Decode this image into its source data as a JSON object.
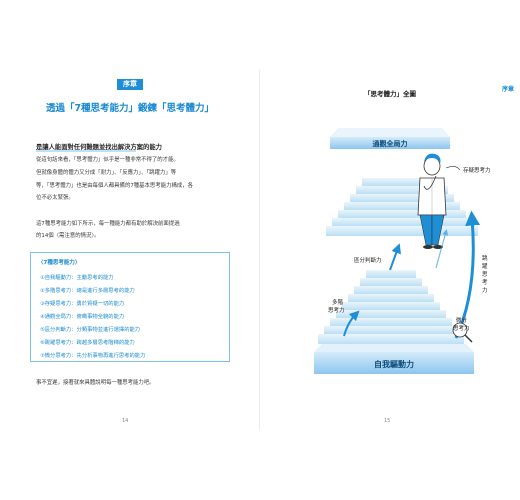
{
  "left_page": {
    "section_badge": "序章",
    "title": "透過「7種思考能力」鍛鍊「思考體力」",
    "lead": "是讓人能面對任何難題並找出解決方案的能力",
    "p1": "從這句話來看，「思考體力」似乎是一種非常不得了的才能。",
    "p2_line1": "但就像身體的體力又分成「耐力」、「反應力」、「跳躍力」等",
    "p2_line2": "等，「思考體力」也是由每個人都具備的7種基本思考能力構成，各",
    "p2_line3": "位不必太緊張。",
    "p4_line1": "這7種思考能力如下所示，每一種能力都有助於解決前面提過",
    "p4_line2": "的14個〈需注意的情況〉。",
    "box_title": "〈7種思考能力〉",
    "abilities": [
      "①自我驅動力：主動思考的能力",
      "②多階思考力：總是進行多層思考的能力",
      "③存疑思考力：勇於質疑一切的能力",
      "④通觀全局力：俯瞰事物全貌的能力",
      "⑤區分判斷力：分類事物並進行選擇的能力",
      "⑥跳躍思考力：跨越多層思考階梯的能力",
      "⑦微分思考力：先分析事物再進行思考的能力"
    ],
    "closing": "事不宜遲，接著就來具體說明每一種思考能力吧。",
    "page_number": "14"
  },
  "right_page": {
    "title": "「思考體力」全圖",
    "side_tab": "序章",
    "labels": {
      "top": "通觀全局力",
      "bottom": "自我驅動力",
      "doubt": "存疑思考力",
      "distinguish": "區分判斷力",
      "multi_line1": "多階",
      "multi_line2": "思考力",
      "jump": [
        "跳",
        "躍",
        "思",
        "考",
        "力"
      ],
      "diff_line1": "微分",
      "diff_line2": "思考力"
    },
    "page_number": "15"
  },
  "colors": {
    "accent": "#1a8ad2",
    "stair_light": "#cfe8f8",
    "stair_dark": "#7fc0ec",
    "arrow": "#1e8fd6"
  }
}
